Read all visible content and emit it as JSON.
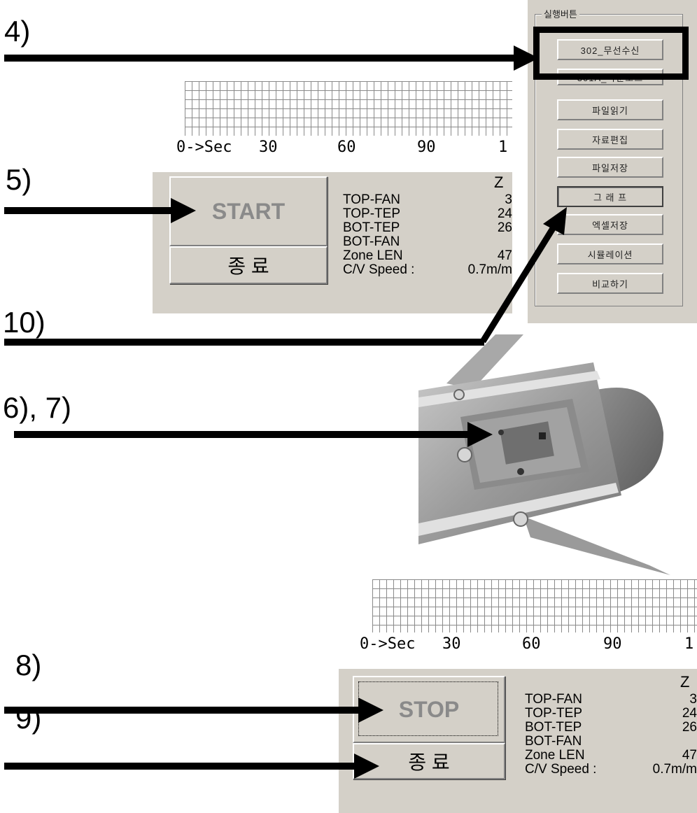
{
  "steps": {
    "s4": "4)",
    "s5": "5)",
    "s10": "10)",
    "s67": "6), 7)",
    "s8": "8)",
    "s9": "9)"
  },
  "top_panel": {
    "axis": {
      "prefix": "0->Sec",
      "t30": "30",
      "t60": "60",
      "t90": "90",
      "t120": "1"
    },
    "start_label": "START",
    "exit_label": "종 료",
    "zone_header": "Z",
    "rows": [
      {
        "label": "TOP-FAN",
        "value": "3"
      },
      {
        "label": "TOP-TEP",
        "value": "24"
      },
      {
        "label": "BOT-TEP",
        "value": "26"
      },
      {
        "label": "BOT-FAN",
        "value": ""
      },
      {
        "label": "Zone LEN",
        "value": "47"
      },
      {
        "label": "C/V Speed :",
        "value": "0.7m/m"
      }
    ]
  },
  "bottom_panel": {
    "axis": {
      "prefix": "0->Sec",
      "t30": "30",
      "t60": "60",
      "t90": "90",
      "t120": "1"
    },
    "stop_label": "STOP",
    "exit_label": "종 료",
    "zone_header": "Z",
    "rows": [
      {
        "label": "TOP-FAN",
        "value": "3"
      },
      {
        "label": "TOP-TEP",
        "value": "24"
      },
      {
        "label": "BOT-TEP",
        "value": "26"
      },
      {
        "label": "BOT-FAN",
        "value": ""
      },
      {
        "label": "Zone LEN",
        "value": "47"
      },
      {
        "label": "C/V Speed :",
        "value": "0.7m/m"
      }
    ]
  },
  "button_panel": {
    "title": "실행버튼",
    "buttons": [
      "302_무선수신",
      "301A_다운로드",
      "파일읽기",
      "자료편집",
      "파일저장",
      "그 래 프",
      "엑셀저장",
      "시뮬레이션",
      "비교하기"
    ]
  },
  "colors": {
    "panel_gray": "#d4d0c8",
    "disabled_text": "#8a8a8a",
    "annotation": "#000000"
  }
}
